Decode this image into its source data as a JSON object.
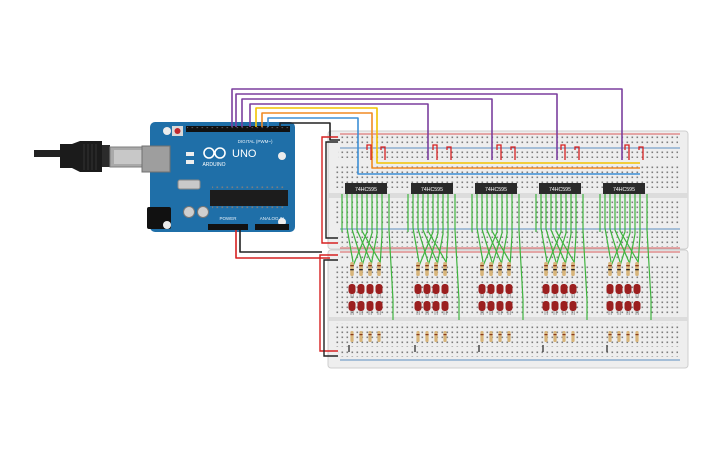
{
  "arduino": {
    "model_label": "UNO",
    "brand_label": "ARDUINO",
    "digital_label": "DIGITAL (PWM~)",
    "analog_label": "ANALOG IN",
    "power_label": "POWER",
    "board_color": "#1f6fa8"
  },
  "chips": [
    {
      "label": "74HC595"
    },
    {
      "label": "74HC595"
    },
    {
      "label": "74HC595"
    },
    {
      "label": "74HC595"
    },
    {
      "label": "74HC595"
    }
  ],
  "colors": {
    "breadboard": "#ececec",
    "rail_red": "#d32f2f",
    "rail_blue": "#2b6fb0",
    "wire_purple": "#7b3f9e",
    "wire_yellow": "#f2c200",
    "wire_orange": "#f08a24",
    "wire_blue": "#3d8fd6",
    "wire_green": "#3fb43f",
    "wire_black": "#222222",
    "wire_red": "#d62020",
    "led_red": "#9b1f1f",
    "chip": "#2a2a2a"
  },
  "icons": [
    "usb-cable-icon",
    "reset-button-icon",
    "arduino-logo-icon"
  ]
}
